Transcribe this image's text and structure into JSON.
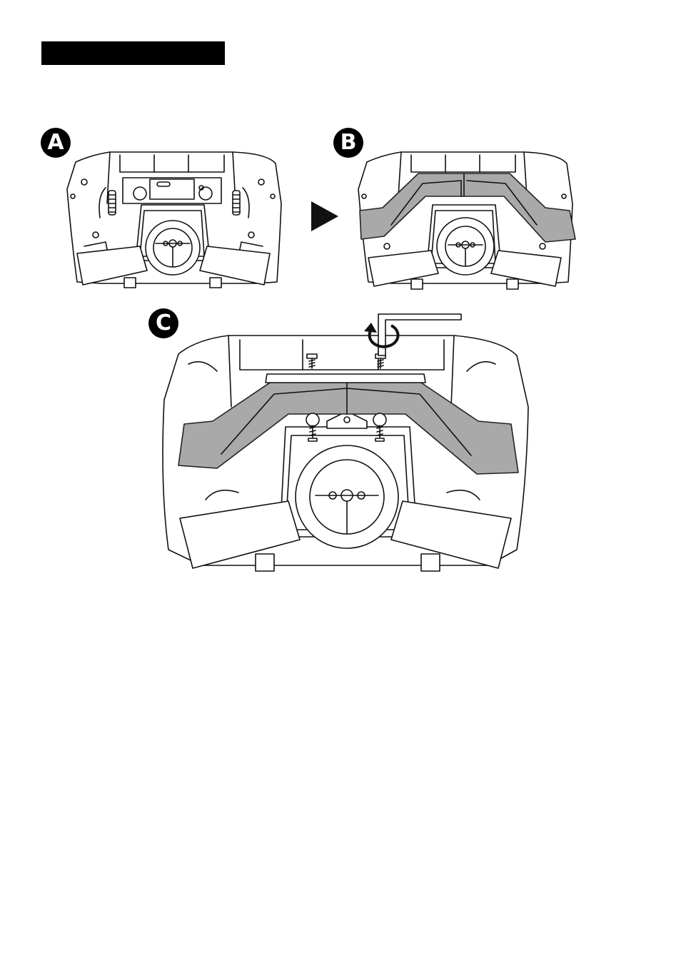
{
  "header": {
    "title_bar_color": "#000000"
  },
  "steps": [
    {
      "label": "A",
      "description": "wheel-base-rear"
    },
    {
      "label": "B",
      "description": "bracket-placed"
    },
    {
      "label": "C",
      "description": "bracket-screwed"
    }
  ],
  "icons": {
    "arrow": "right-triangle-arrow-icon",
    "tool": "allen-key-icon",
    "rotation": "rotate-arrow-icon",
    "screw": "screw-icon"
  },
  "colors": {
    "bracket_fill": "#a9a9a9",
    "line": "#111111"
  }
}
